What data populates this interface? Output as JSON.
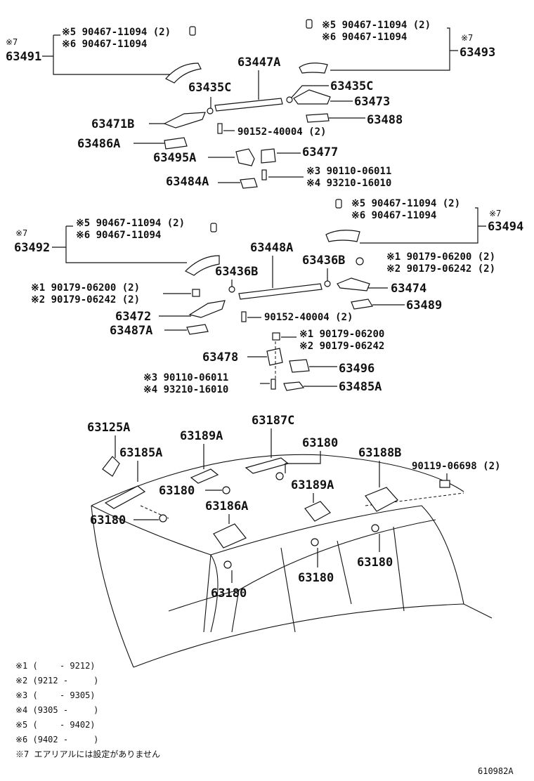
{
  "parts": {
    "p63491": "63491",
    "p63493": "63493",
    "p63447A": "63447A",
    "p63435C_l": "63435C",
    "p63435C_r": "63435C",
    "p63473": "63473",
    "p63471B": "63471B",
    "p63488": "63488",
    "p90152_top": "90152-40004 (2)",
    "p63486A": "63486A",
    "p63495A": "63495A",
    "p63477": "63477",
    "p63484A": "63484A",
    "p63492": "63492",
    "p63494": "63494",
    "p63448A": "63448A",
    "p63436B_l": "63436B",
    "p63436B_r": "63436B",
    "p63474": "63474",
    "p63489": "63489",
    "p63472": "63472",
    "p63487A": "63487A",
    "p90152_mid": "90152-40004 (2)",
    "p63478": "63478",
    "p63496": "63496",
    "p63485A": "63485A",
    "p63125A": "63125A",
    "p63185A": "63185A",
    "p63189A_a": "63189A",
    "p63187C": "63187C",
    "p63180_a": "63180",
    "p63188B": "63188B",
    "p90119": "90119-06698 (2)",
    "p63180_b": "63180",
    "p63189A_b": "63189A",
    "p63186A": "63186A",
    "p63180_c": "63180",
    "p63180_d": "63180",
    "p63180_e": "63180",
    "p63180_f": "63180"
  },
  "refs": {
    "t5_l": "※5 90467-11094 (2)",
    "t6_l": "※6 90467-11094",
    "t7_l": "※7",
    "t5_r": "※5 90467-11094 (2)",
    "t6_r": "※6 90467-11094",
    "t7_r": "※7",
    "t3_a": "※3 90110-06011",
    "t4_a": "※4 93210-16010",
    "m5_l": "※5 90467-11094 (2)",
    "m6_l": "※6 90467-11094",
    "m7_l": "※7",
    "m5_r": "※5 90467-11094 (2)",
    "m6_r": "※6 90467-11094",
    "m7_r": "※7",
    "m1_r": "※1 90179-06200 (2)",
    "m2_r": "※2 90179-06242 (2)",
    "m1_l": "※1 90179-06200 (2)",
    "m2_l": "※2 90179-06242 (2)",
    "m1_c": "※1 90179-06200",
    "m2_c": "※2 90179-06242",
    "m3_c": "※3 90110-06011",
    "m4_c": "※4 93210-16010"
  },
  "legend": [
    "※1 (　　 - 9212)",
    "※2 (9212 -　　　)",
    "※3 (　　 - 9305)",
    "※4 (9305 -　　　)",
    "※5 (　　 - 9402)",
    "※6 (9402 -　　　)",
    "※7 エアリアルには設定がありません"
  ],
  "diagram_id": "610982A"
}
